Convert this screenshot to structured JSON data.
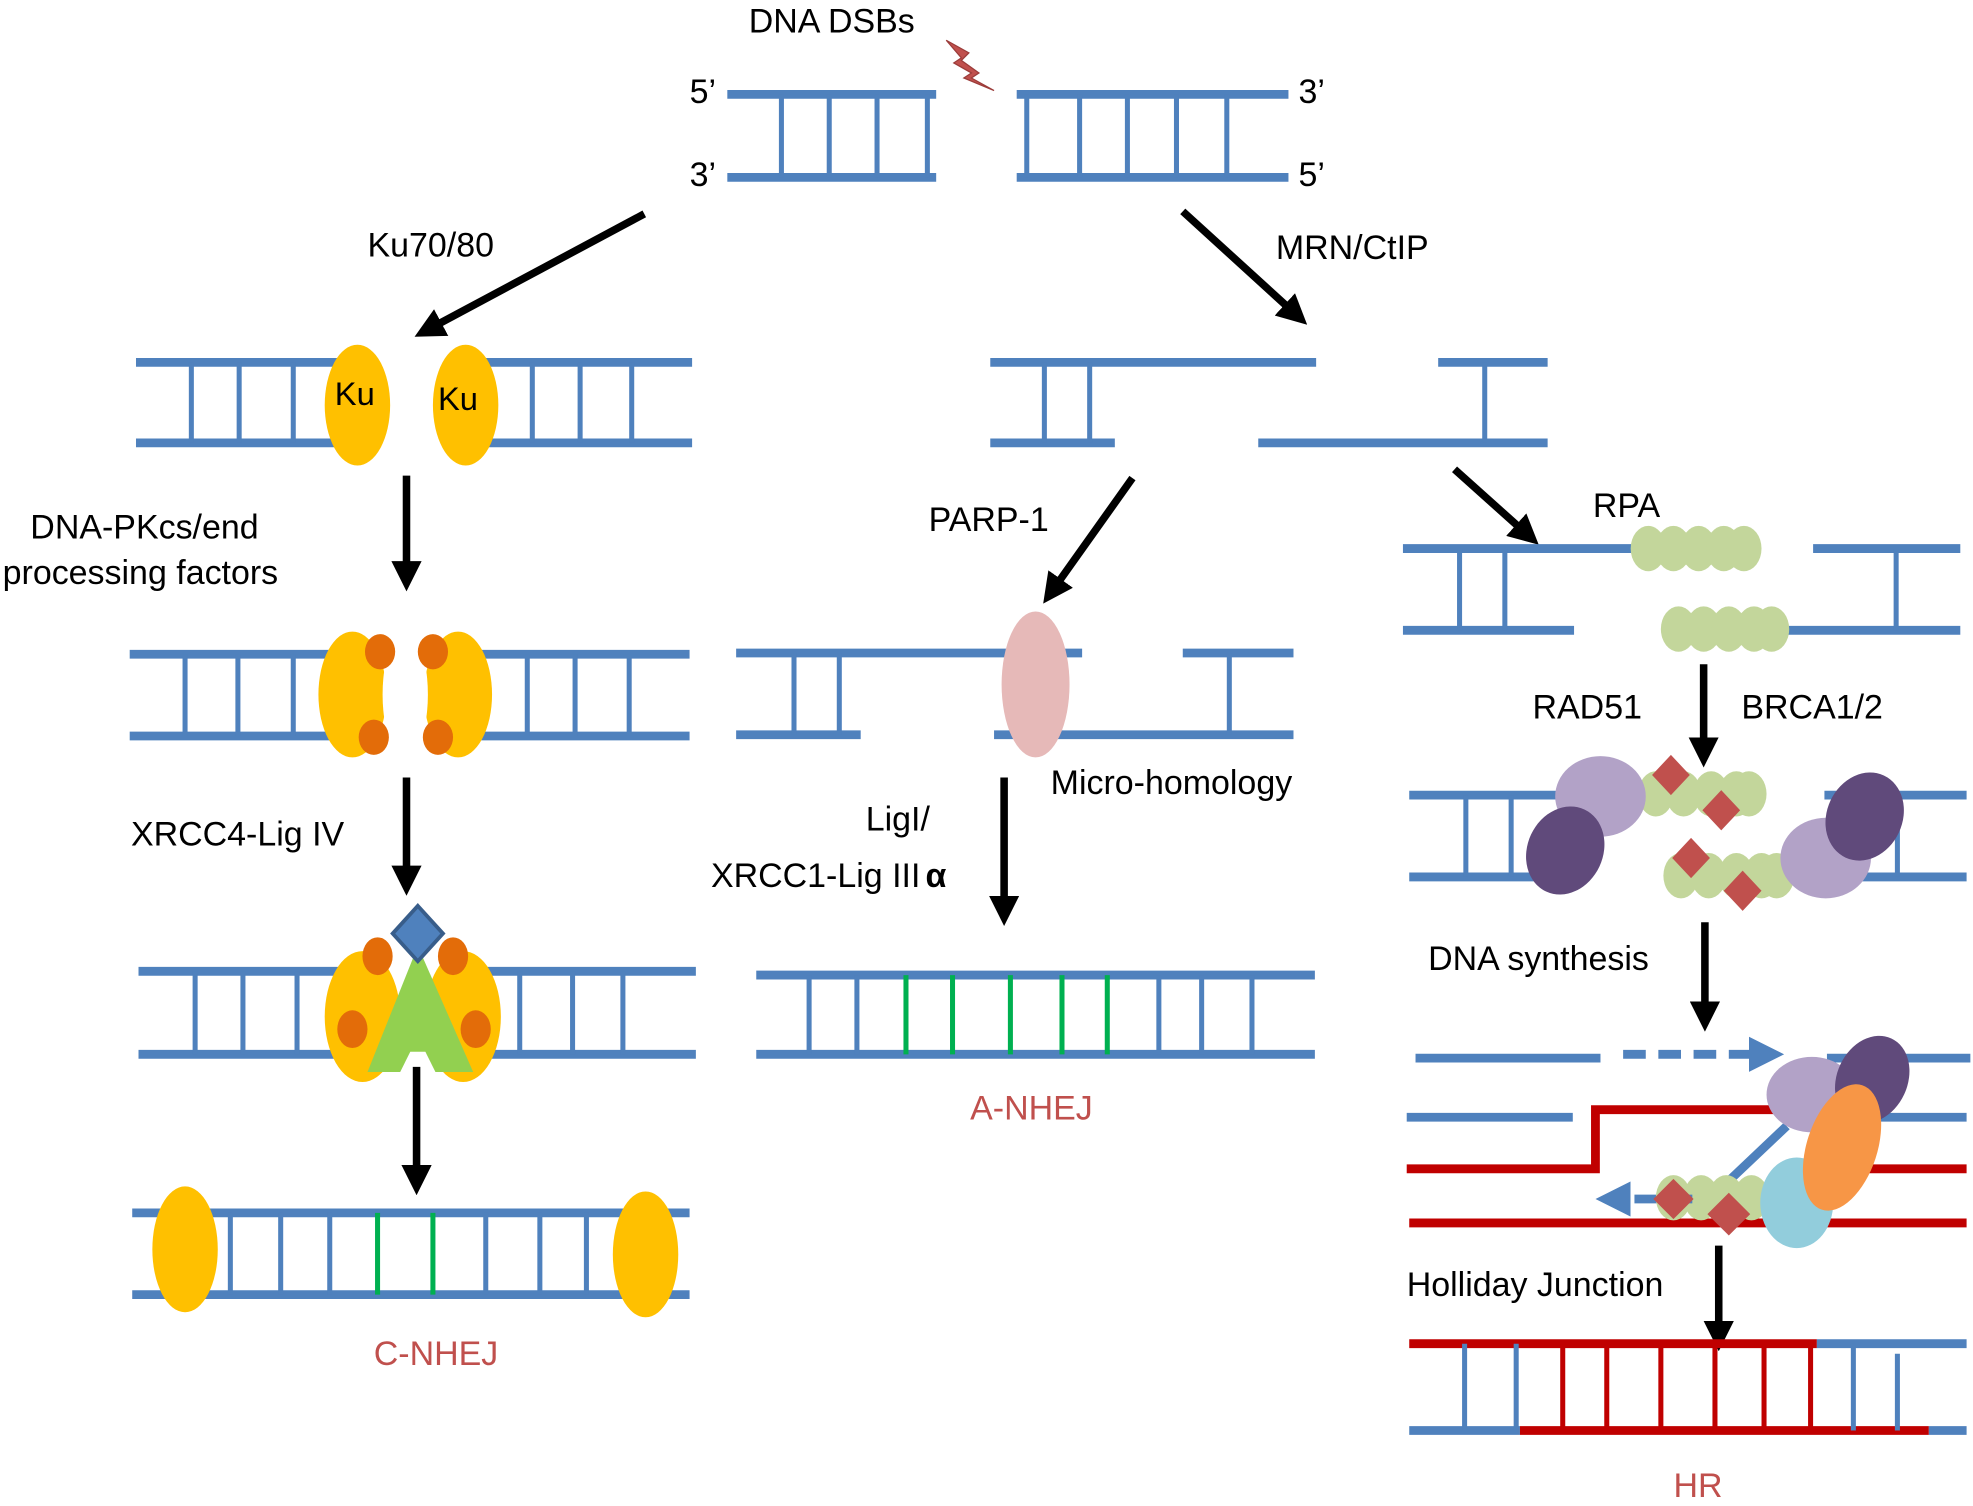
{
  "title": "DNA DSBs",
  "strand_ends": {
    "top_left": "5’",
    "bottom_left": "3’",
    "top_right": "3’",
    "bottom_right": "5’"
  },
  "branch_labels": {
    "ku": "Ku70/80",
    "mrn": "MRN/CtIP"
  },
  "c_nhej": {
    "ku_label_left": "Ku",
    "ku_label_right": "Ku",
    "step1_line1": "DNA-PKcs/end",
    "step1_line2": "processing factors",
    "step2": "XRCC4-Lig IV",
    "pathway": "C-NHEJ"
  },
  "a_nhej": {
    "step1": "PARP-1",
    "microhomology": "Micro-homology",
    "step2_line1": "LigI/",
    "step2_line2": "XRCC1-Lig III",
    "step2_alpha": "α",
    "pathway": "A-NHEJ"
  },
  "hr": {
    "rpa": "RPA",
    "rad51": "RAD51",
    "brca": "BRCA1/2",
    "synthesis": "DNA synthesis",
    "holliday": "Holliday Junction",
    "pathway": "HR"
  },
  "colors": {
    "dna_strand": "#4f81bd",
    "ku_protein": "#ffc000",
    "dna_pkcs": "#e36c09",
    "ligase_triangle": "#92d050",
    "xrcc4_diamond": "#4f81bd",
    "parp1": "#e6b9b8",
    "rpa": "#c3d69b",
    "rad51": "#c0504d",
    "brca_light": "#b2a2c7",
    "brca_dark": "#604a7b",
    "polymerase_orange": "#f79646",
    "polymerase_blue": "#92cddc",
    "donor_strand": "#c00000",
    "ligated_bases": "#00b050",
    "pathway_label": "#c0504d",
    "lightning": "#c0504d"
  }
}
